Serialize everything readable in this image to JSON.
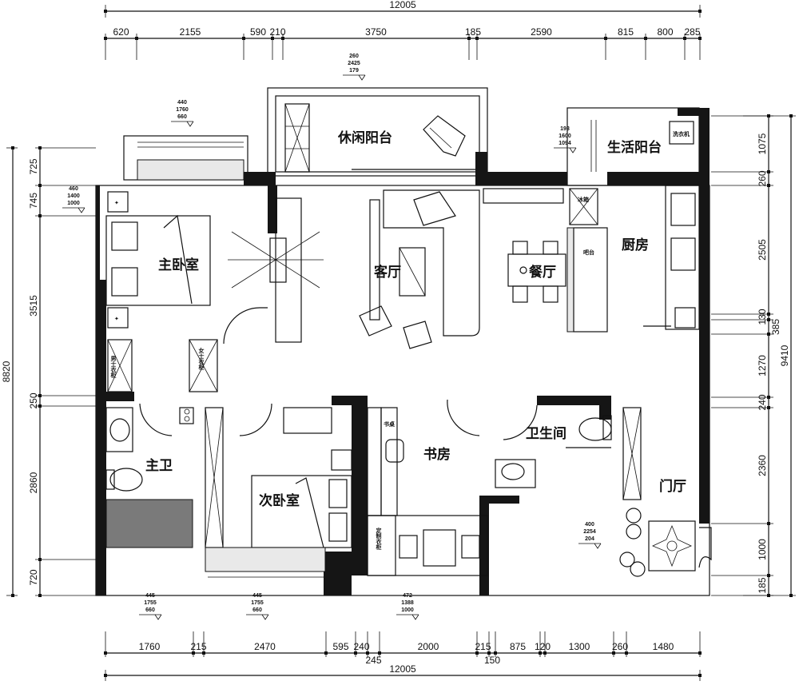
{
  "plan": {
    "rooms": {
      "leisure_balcony": "休闲阳台",
      "service_balcony": "生活阳台",
      "master_bedroom": "主卧室",
      "living_room": "客厅",
      "dining_room": "餐厅",
      "kitchen": "厨房",
      "master_bath": "主卫",
      "second_bedroom": "次卧室",
      "study": "书房",
      "bathroom": "卫生间",
      "foyer": "门厅"
    },
    "furniture": {
      "mens_wardrobe": "男士衣柜",
      "womens_wardrobe": "女士衣柜",
      "desk": "书桌",
      "custom_wardrobe": "定制衣柜",
      "washer": "洗衣机",
      "fridge": "冰箱",
      "bar": "吧台"
    },
    "elevation_markers": [
      [
        "260",
        "2425",
        "179"
      ],
      [
        "440",
        "1760",
        "660"
      ],
      [
        "460",
        "1400",
        "1000"
      ],
      [
        "193",
        "1600",
        "1094"
      ],
      [
        "400",
        "2254",
        "204"
      ],
      [
        "445",
        "1755",
        "660"
      ],
      [
        "445",
        "1755",
        "660"
      ],
      [
        "472",
        "1388",
        "1000"
      ]
    ],
    "dimensions": {
      "top_total": "12005",
      "top": [
        "620",
        "2155",
        "590",
        "210",
        "3750",
        "185",
        "2590",
        "815",
        "800",
        "285"
      ],
      "bottom_total": "12005",
      "bottom": [
        "1760",
        "215",
        "2470",
        "595",
        "240",
        "245",
        "2000",
        "215",
        "150",
        "875",
        "120",
        "1300",
        "260",
        "1480"
      ],
      "left_total": "8820",
      "left": [
        "725",
        "745",
        "3515",
        "250",
        "2860",
        "720"
      ],
      "right_total": "9410",
      "right": [
        "1075",
        "260",
        "2505",
        "130",
        "385",
        "1270",
        "240",
        "2360",
        "1000",
        "185"
      ]
    }
  }
}
